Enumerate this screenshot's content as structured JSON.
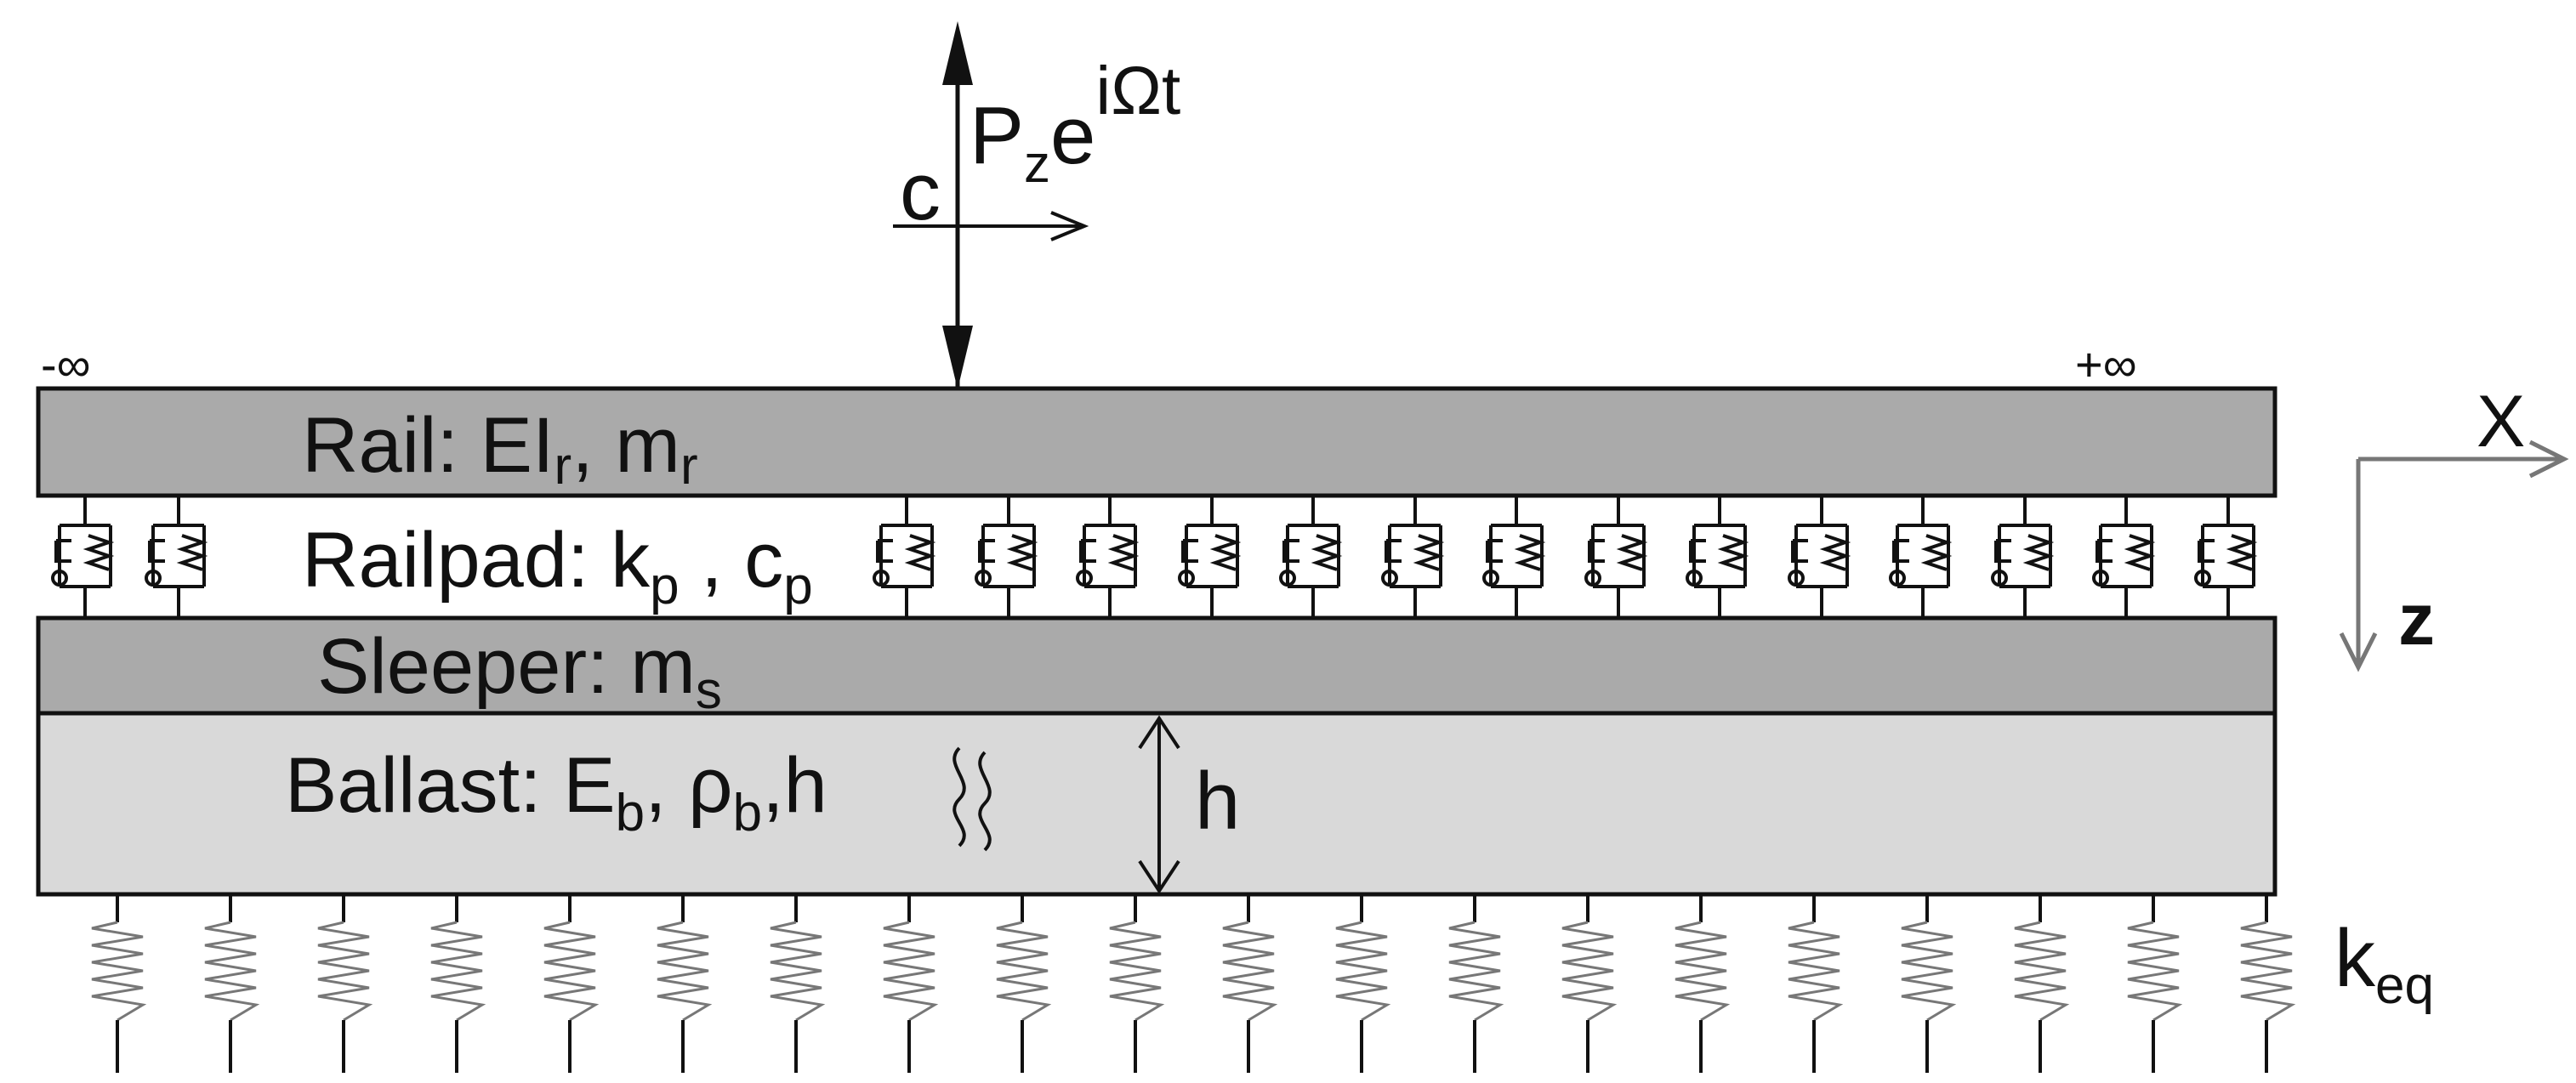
{
  "load": {
    "label_main": "P",
    "label_sub": "z",
    "label_base": "e",
    "label_exp": "iΩt",
    "speed_label": "c"
  },
  "infinity": {
    "left": "-∞",
    "right": "+∞"
  },
  "rail": {
    "label": "Rail: EI",
    "sub1": "r",
    "mid": ", m",
    "sub2": "r"
  },
  "railpad": {
    "label": "Railpad: k",
    "sub1": "p",
    "mid": " , c",
    "sub2": "p"
  },
  "sleeper": {
    "label": "Sleeper: m",
    "sub1": "s"
  },
  "ballast": {
    "label": "Ballast: E",
    "sub1": "b",
    "mid": ", ρ",
    "sub2": "b",
    "tail": ",h",
    "wave_symbol": "≀≀"
  },
  "thickness": {
    "label": "h"
  },
  "subgrade": {
    "label": "k",
    "sub": "eq"
  },
  "axes": {
    "x": "X",
    "z": "z"
  },
  "colors": {
    "rail": "#aaaaaa",
    "sleeper": "#aaaaaa",
    "ballast": "#d9d9d9",
    "spring": "#777777",
    "line": "#111111",
    "axis": "#777777"
  }
}
